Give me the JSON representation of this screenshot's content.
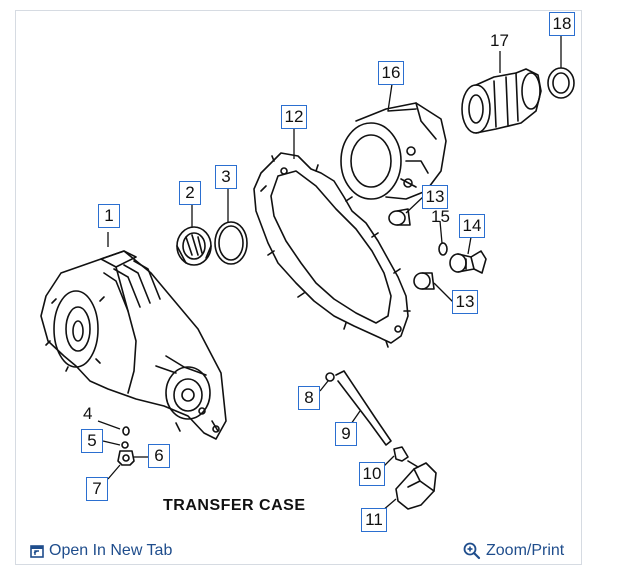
{
  "diagram": {
    "caption": "TRANSFER CASE",
    "callouts": {
      "c1": "1",
      "c2": "2",
      "c3": "3",
      "c4": "4",
      "c5": "5",
      "c6": "6",
      "c7": "7",
      "c8": "8",
      "c9": "9",
      "c10": "10",
      "c11": "11",
      "c12": "12",
      "c13a": "13",
      "c13b": "13",
      "c14": "14",
      "c15": "15",
      "c16": "16",
      "c17": "17",
      "c18": "18"
    }
  },
  "actions": {
    "open_new_tab": "Open In New Tab",
    "zoom_print": "Zoom/Print"
  },
  "colors": {
    "link": "#1f4d8c",
    "callout_border": "#2b6fd0",
    "frame_border": "#d6dbe2"
  }
}
